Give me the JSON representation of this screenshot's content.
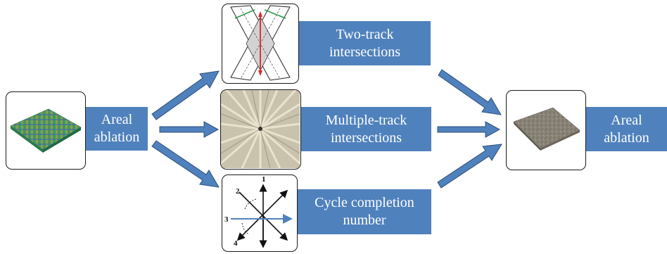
{
  "colors": {
    "box_fill": "#4f81bd",
    "box_text": "#ffffff",
    "arrow_fill": "#4f81bd",
    "arrow_stroke": "#2f4f7a",
    "panel_border": "#1a1a1a",
    "red_line": "#d9262b",
    "green_line": "#2e9b4f",
    "blue_arrow": "#4f81bd"
  },
  "left": {
    "label": "Areal\nablation",
    "image_icon": "areal-ablation-surface-icon"
  },
  "middle": [
    {
      "label": "Two-track\nintersections",
      "image_icon": "two-track-intersection-diagram"
    },
    {
      "label": "Multiple-track\nintersections",
      "image_icon": "multiple-track-radial-photo"
    },
    {
      "label": "Cycle completion\nnumber",
      "image_icon": "cycle-completion-vector-diagram"
    }
  ],
  "right": {
    "label": "Areal\nablation",
    "image_icon": "ablated-surface-icon"
  },
  "vector_labels": {
    "v1": "1",
    "v2": "2",
    "v3": "3",
    "v4": "4"
  }
}
